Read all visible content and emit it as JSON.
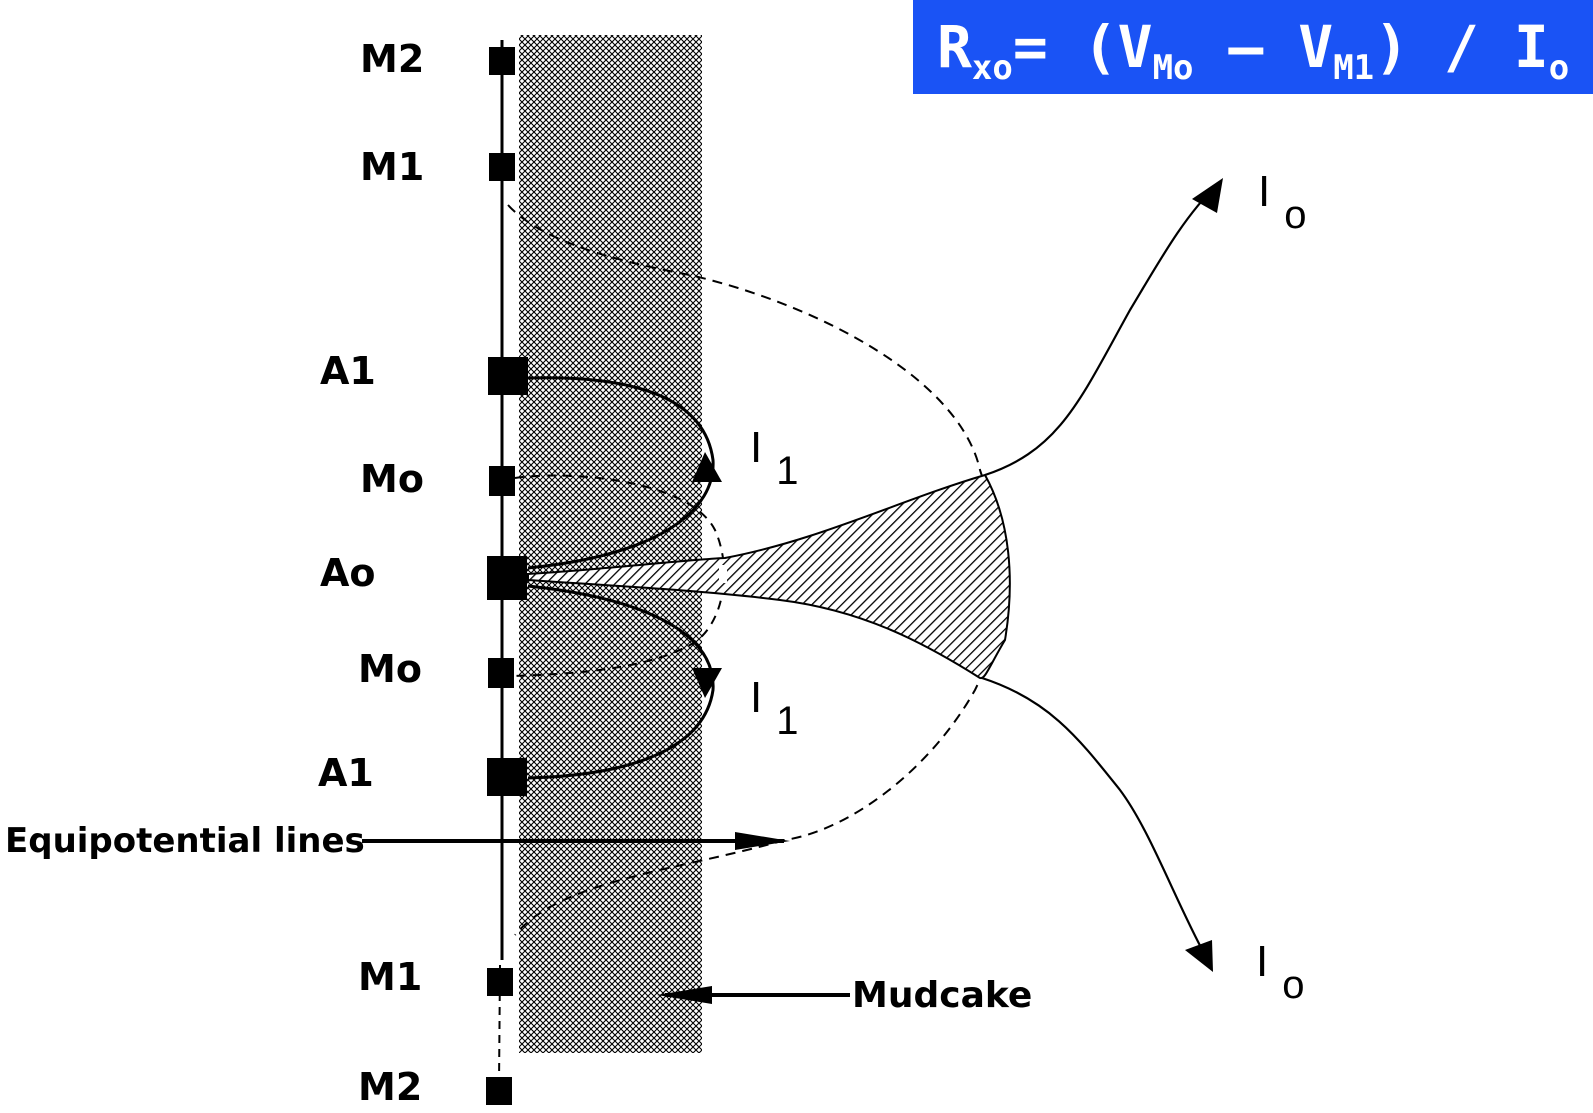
{
  "formula": {
    "lhs": "R",
    "lhs_sub": "xo",
    "eq": "= (V",
    "v1_sub": "Mo",
    "minus": " – V",
    "v2_sub": "M1",
    "rhs": ") / I",
    "rhs_sub": "o"
  },
  "electrodes": {
    "m2_top": "M2",
    "m1_top": "M1",
    "a1_top": "A1",
    "mo_top": "Mo",
    "ao": "Ao",
    "mo_bottom": "Mo",
    "a1_bottom": "A1",
    "m1_bottom": "M1",
    "m2_bottom": "M2"
  },
  "currents": {
    "i1_top": "I",
    "i1_top_sub": "1",
    "i1_bottom": "I",
    "i1_bottom_sub": "1",
    "io_top": "I",
    "io_top_sub": "o",
    "io_bottom": "I",
    "io_bottom_sub": "o"
  },
  "annotations": {
    "equipotential": "Equipotential lines",
    "mudcake": "Mudcake"
  }
}
